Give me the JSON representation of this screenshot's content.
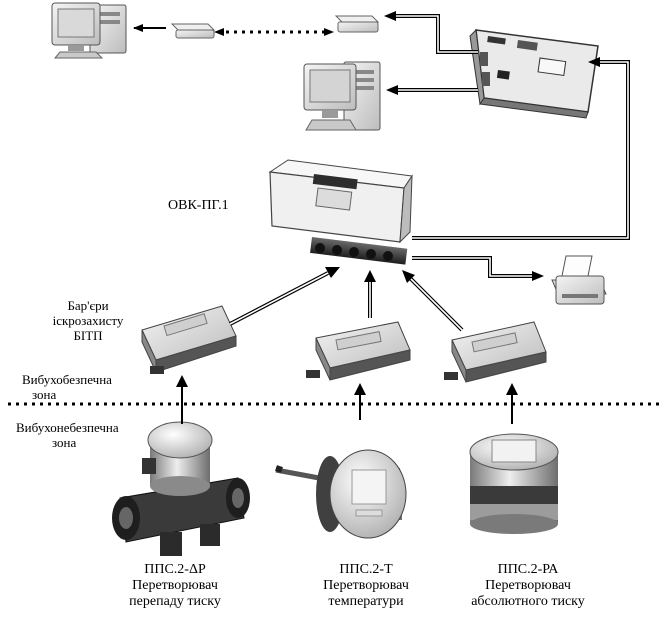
{
  "controller": {
    "label": "ОВК-ПГ.1"
  },
  "barrier": {
    "label_line1": "Бар'єри",
    "label_line2": "іскрозахисту",
    "label_line3": "БІТП"
  },
  "zones": {
    "safe_line1": "Вибухобезпечна",
    "safe_line2": "зона",
    "hazard_line1": "Вибухонебезпечна",
    "hazard_line2": "зона"
  },
  "sensors": [
    {
      "code": "ППС.2-ΔР",
      "line1": "Перетворювач",
      "line2": "перепаду тиску"
    },
    {
      "code": "ППС.2-Т",
      "line1": "Перетворювач",
      "line2": "температури"
    },
    {
      "code": "ППС.2-РА",
      "line1": "Перетворювач",
      "line2": "абсолютного тиску"
    }
  ],
  "icons": {
    "computers": "desktop-computer-icon",
    "modems": "modem-icon",
    "gateway": "communication-module-icon",
    "printer": "printer-icon"
  }
}
